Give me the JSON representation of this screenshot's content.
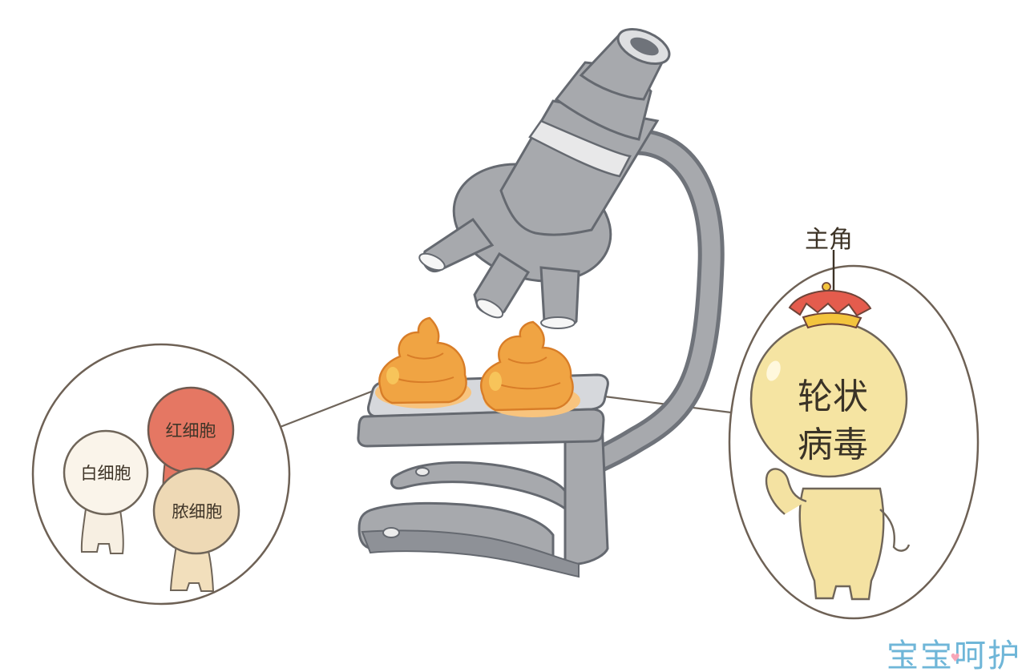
{
  "labels": {
    "red_cell": "红细胞",
    "white_cell": "白细胞",
    "pus_cell": "脓细胞",
    "virus_line1": "轮状",
    "virus_line2": "病毒",
    "protagonist": "主角"
  },
  "watermark": {
    "text": "宝宝呵护"
  },
  "colors": {
    "microscope_gray": "#a7a9ad",
    "microscope_dark": "#6f737a",
    "poop_orange": "#f0a443",
    "poop_light": "#f7c45a",
    "red_cell": "#e57763",
    "white_cell": "#f5efe4",
    "pus_cell": "#eed9b5",
    "virus_body": "#f5e4a2",
    "crown_red": "#e45c4d",
    "crown_gold": "#f3c43d",
    "watermark_blue": "#6fb6d8"
  }
}
